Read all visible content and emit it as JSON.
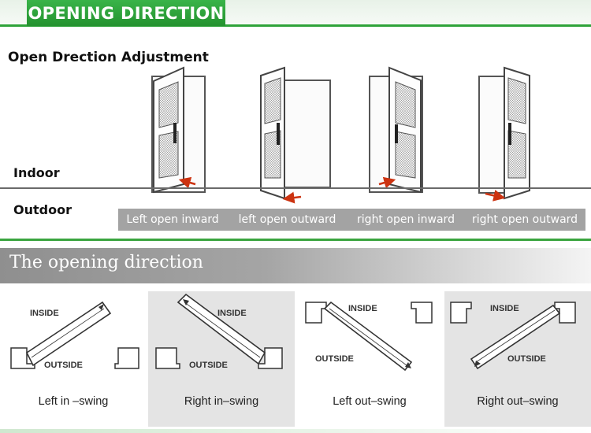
{
  "banner": {
    "title": "OPENING DIRECTION"
  },
  "heading": "Open Drection Adjustment",
  "labels": {
    "indoor": "Indoor",
    "outdoor": "Outdoor"
  },
  "door_captions": [
    "Left open inward",
    "left open outward",
    "right open inward",
    "right open outward"
  ],
  "section_title": "The opening direction",
  "plans": [
    {
      "caption": "Left in –swing",
      "inside": "INSIDE",
      "outside": "OUTSIDE",
      "shaded": false
    },
    {
      "caption": "Right in–swing",
      "inside": "INSIDE",
      "outside": "OUTSIDE",
      "shaded": true
    },
    {
      "caption": "Left out–swing",
      "inside": "INSIDE",
      "outside": "OUTSIDE",
      "shaded": false
    },
    {
      "caption": "Right out–swing",
      "inside": "INSIDE",
      "outside": "OUTSIDE",
      "shaded": true
    }
  ],
  "colors": {
    "banner_green": "#2fa33a",
    "arrow_red": "#cc3311",
    "panel_gray": "#e4e4e4",
    "caption_gray": "#a3a3a3"
  }
}
